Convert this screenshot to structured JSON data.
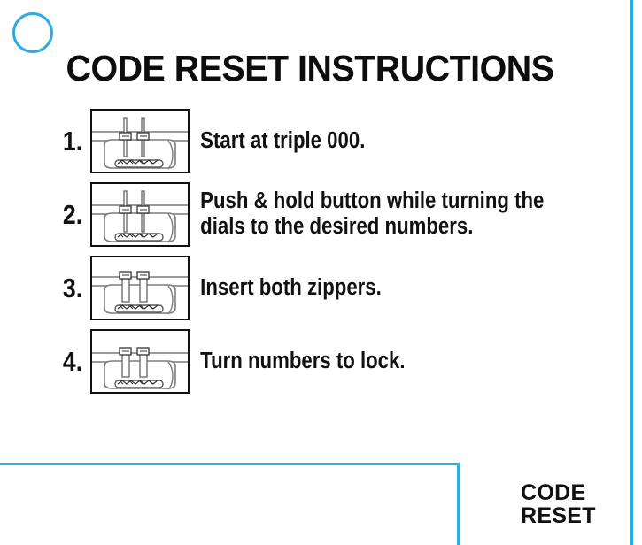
{
  "document": {
    "title": "CODE RESET INSTRUCTIONS",
    "background_color": "#ffffff",
    "accent_color": "#2BACE3",
    "text_color": "#111111"
  },
  "decor": {
    "ring_icon_name": "circle-outline-icon",
    "right_edge_rule": "vertical-accent-rule",
    "bottom_rule": "horizontal-accent-rule"
  },
  "steps": [
    {
      "number": "1.",
      "text": "Start at triple 000.",
      "figure_alt": "luggage-lock-zippers-raised"
    },
    {
      "number": "2.",
      "text": "Push & hold button while turning the dials to the desired numbers.",
      "figure_alt": "luggage-lock-zippers-raised"
    },
    {
      "number": "3.",
      "text": "Insert both zippers.",
      "figure_alt": "luggage-lock-zippers-inserted"
    },
    {
      "number": "4.",
      "text": "Turn numbers to lock.",
      "figure_alt": "luggage-lock-zippers-locked"
    }
  ],
  "brand": {
    "line1": "CODE",
    "line2": "RESET"
  }
}
